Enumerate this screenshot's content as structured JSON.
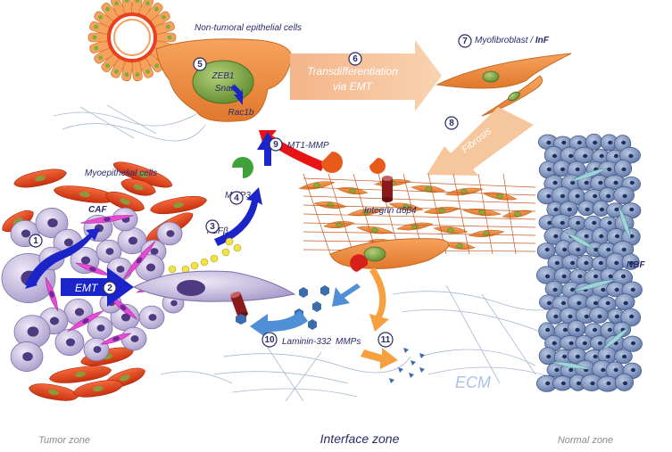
{
  "labels": {
    "non_tumoral": "Non-tumoral epithelial cells",
    "zeb1": "ZEB1",
    "snail": "Snail",
    "rac1b": "Rac1b",
    "transdiff_line1": "Transdifferentiation",
    "transdiff_line2": "via EMT",
    "myofibroblast": "Myofibroblast / ",
    "inf": "InF",
    "fibrosis": "Fibrosis",
    "mt1mmp": "MT1-MMP",
    "myoepithelial": "Myoepithelial cells",
    "caf": "CAF",
    "mmp3": "MMP3",
    "tgfb": "TGFβ",
    "emt": "EMT",
    "integrin": "Integrin α6β4",
    "laminin": "Laminin-332",
    "mmps": "MMPs",
    "ecm": "ECM",
    "nbf": "NBF"
  },
  "steps": [
    "1",
    "2",
    "3",
    "4",
    "5",
    "6",
    "7",
    "8",
    "9",
    "10",
    "11"
  ],
  "zones": {
    "tumor": "Tumor zone",
    "interface": "Interface zone",
    "normal": "Normal zone"
  },
  "colors": {
    "orange": "#f08a3a",
    "peach": "#f6c79c",
    "red_cell": "#e8401c",
    "lilac": "#cbbde3",
    "blue_arrow": "#1a24c8",
    "red_arrow": "#e81414",
    "light_blue_arrow": "#4f8fd6",
    "normal_cell": "#7d94bd"
  }
}
